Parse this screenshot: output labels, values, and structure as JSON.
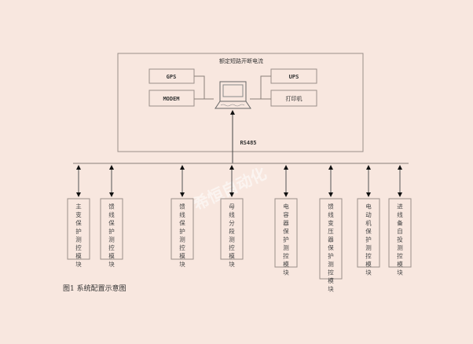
{
  "title": "额定短路开断电流",
  "devices": {
    "gps": "GPS",
    "modem": "MODEM",
    "ups": "UPS",
    "printer": "打印机"
  },
  "bus_label": "RS485",
  "modules": [
    "主变保护测控模块",
    "馈线保护测控模块",
    "馈线保护测控模块",
    "母线分段测控模块",
    "电容器保护测控模块",
    "馈线变压器保护测控模块",
    "电动机保护测控模块",
    "进线备自投测控模块"
  ],
  "caption": "图1  系统配置示意图",
  "watermark": "希恒自动化"
}
